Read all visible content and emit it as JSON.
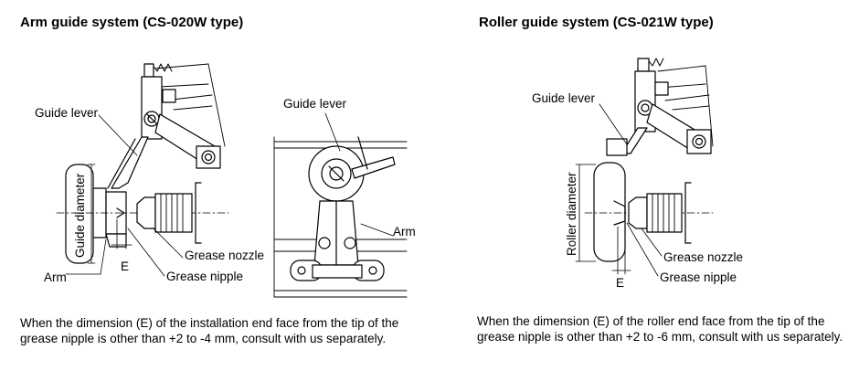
{
  "left_panel": {
    "title": "Arm guide system (CS-020W type)",
    "labels": {
      "guide_lever_side": "Guide lever",
      "guide_diameter": "Guide diameter",
      "arm_side": "Arm",
      "e_marker": "E",
      "grease_nozzle": "Grease nozzle",
      "grease_nipple": "Grease nipple",
      "guide_lever_front": "Guide lever",
      "arm_front": "Arm"
    },
    "note_line1": "When the dimension (E) of the installation end face from the tip of the",
    "note_line2": "grease nipple is other than +2 to -4 mm, consult with us separately."
  },
  "right_panel": {
    "title": "Roller guide system (CS-021W type)",
    "labels": {
      "guide_lever": "Guide lever",
      "roller_diameter": "Roller diameter",
      "grease_nozzle": "Grease nozzle",
      "grease_nipple": "Grease nipple",
      "e_marker": "E"
    },
    "note_line1": "When the dimension (E) of the roller end face from the tip of the",
    "note_line2": "grease nipple is other than +2 to -6 mm, consult with us separately."
  }
}
